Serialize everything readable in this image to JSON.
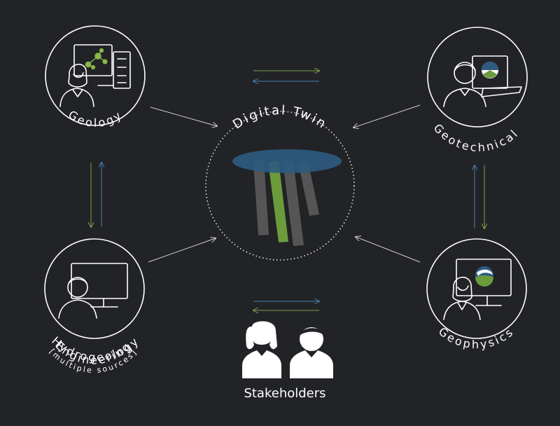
{
  "center": {
    "label": "Digital Twin"
  },
  "nodes": {
    "geology": {
      "label": "Geology"
    },
    "geotechnical": {
      "label": "Geotechnical"
    },
    "hydrogeology": {
      "label_line1": "Hydrogeology",
      "label_line2": "Engineering",
      "label_line3": "[multiple sources]"
    },
    "geophysics": {
      "label": "Geophysics"
    }
  },
  "stakeholders": {
    "label": "Stakeholders"
  },
  "colors": {
    "background": "#222326",
    "stroke": "#ffffff",
    "arrow_green": "#7ea04a",
    "arrow_blue": "#4a7fb0",
    "disc": "#2e5b7e",
    "bar_gray": "#555555",
    "bar_green": "#6c9b3c"
  }
}
